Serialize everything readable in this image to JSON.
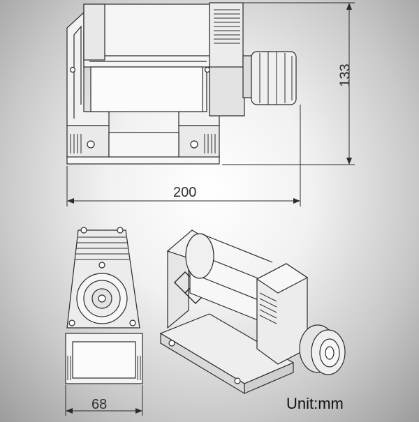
{
  "dimensions": {
    "width": "200",
    "height": "133",
    "depth": "68"
  },
  "unit_label": "Unit:mm",
  "colors": {
    "line": "#2b2b2b",
    "fill_light": "#f7f7f7",
    "fill_mid": "#d6d6d6"
  }
}
